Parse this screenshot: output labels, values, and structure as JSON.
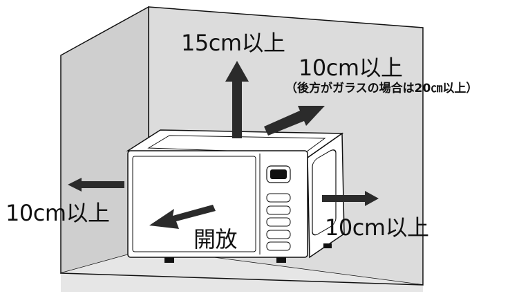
{
  "labels": {
    "top": "15cm以上",
    "back": "10cm以上",
    "back_note": "（後方がガラスの場合は20㎝以上）",
    "left": "10cm以上",
    "right": "10cm以上",
    "front": "開放"
  },
  "colors": {
    "wall": "#dcdcdc",
    "floor": "#e6e6e6",
    "line": "#111111",
    "arrow": "#2b2b2b",
    "appliance": "#ffffff"
  },
  "icons": {
    "arrows": "solid-block-arrow",
    "appliance": "microwave-oven"
  }
}
